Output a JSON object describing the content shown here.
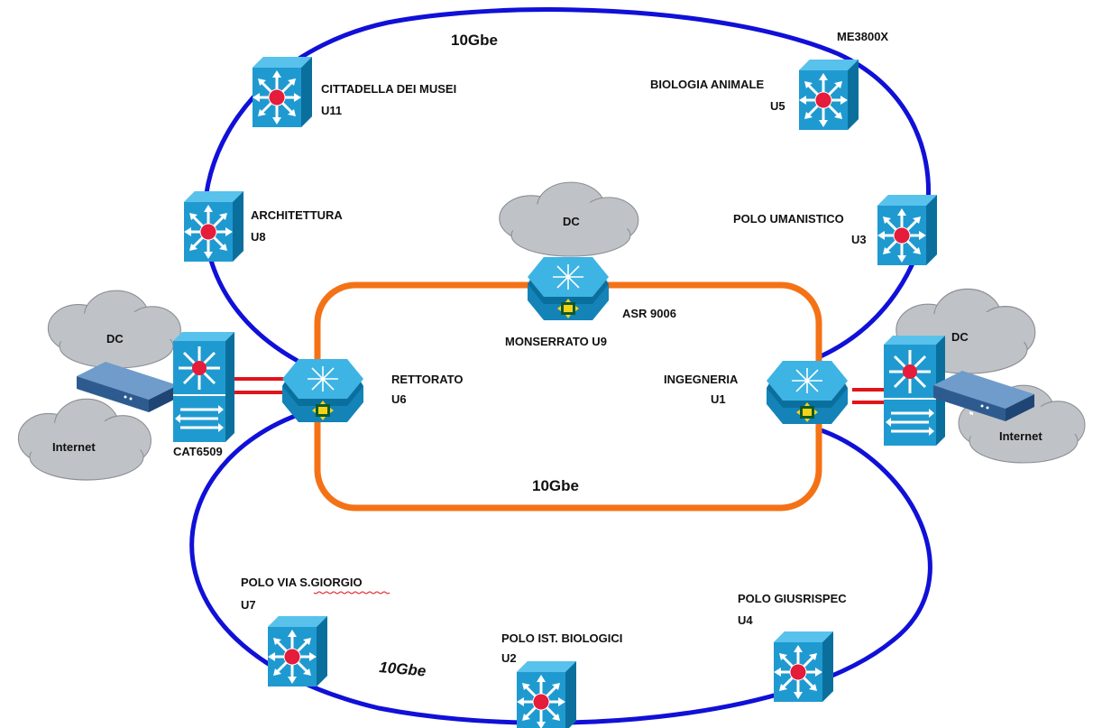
{
  "colors": {
    "outer_ring": "#1010d8",
    "inner_ring": "#f47216",
    "uplink": "#e0141b",
    "switch_face": "#1f9ad0",
    "switch_side": "#0b6f9e",
    "router_face": "#3db4e4",
    "cloud": "#bfc3c7",
    "appliance": "#3b6fa8"
  },
  "links": {
    "top": "10Gbe",
    "inner": "10Gbe",
    "bottom": "10Gbe"
  },
  "model_label": "ME3800X",
  "core": {
    "monserrato": {
      "name": "MONSERRATO U9",
      "model": "ASR 9006"
    },
    "rettorato": {
      "line1": "RETTORATO",
      "line2": "U6"
    },
    "ingegneria": {
      "line1": "INGEGNERIA",
      "line2": "U1"
    }
  },
  "nodes": {
    "cittadella": {
      "line1": "CITTADELLA DEI MUSEI",
      "line2": "U11"
    },
    "biologia": {
      "line1": "BIOLOGIA ANIMALE",
      "line2": "U5"
    },
    "architettura": {
      "line1": "ARCHITETTURA",
      "line2": "U8"
    },
    "umanistico": {
      "line1": "POLO UMANISTICO",
      "line2": "U3"
    },
    "sgiorgio": {
      "line1": "POLO VIA S.GIORGIO",
      "line2": "U7"
    },
    "biologici": {
      "line1": "POLO IST. BIOLOGICI",
      "line2": "U2"
    },
    "giusrispec": {
      "line1": "POLO GIUSRISPEC",
      "line2": "U4"
    }
  },
  "edge_left": {
    "dc": "DC",
    "internet": "Internet",
    "switch_model": "CAT6509"
  },
  "edge_right": {
    "dc": "DC",
    "internet": "Internet"
  },
  "center_cloud": "DC",
  "icons": [
    "multilayer-switch-icon",
    "router-icon",
    "cloud-icon",
    "firewall-appliance-icon"
  ]
}
